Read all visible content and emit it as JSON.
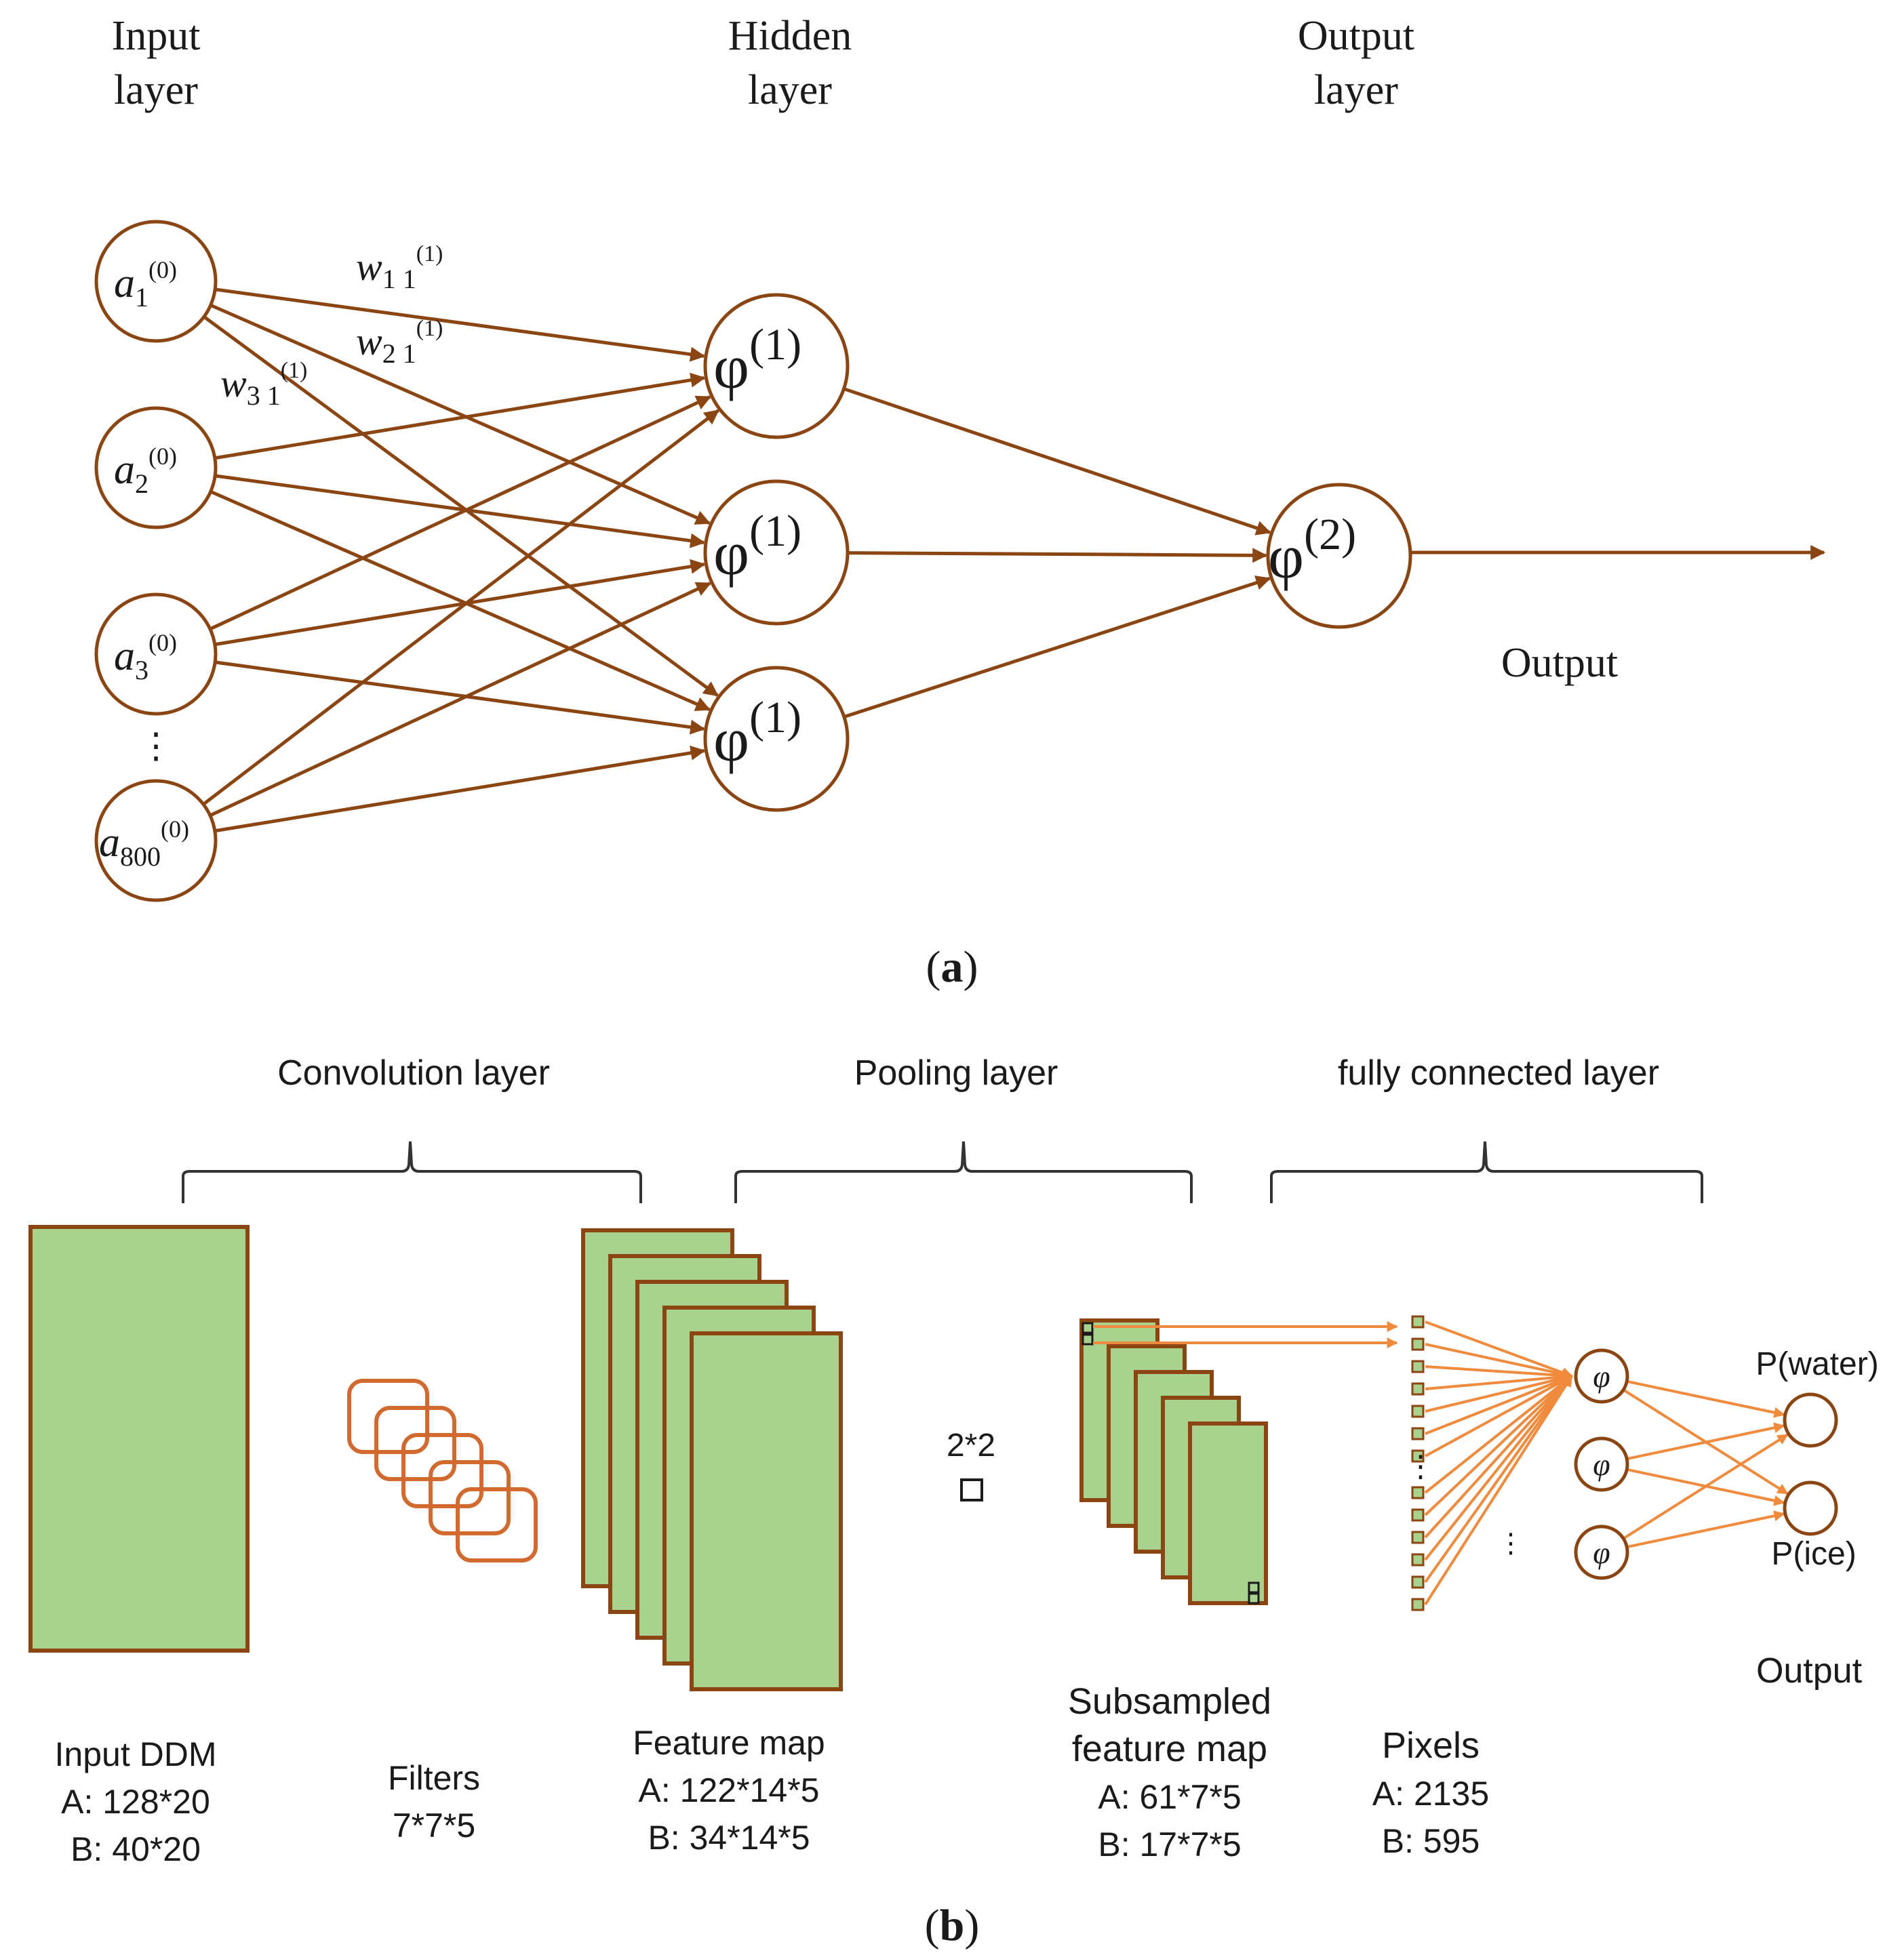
{
  "panel_a": {
    "headers": {
      "input": [
        "Input",
        "layer"
      ],
      "hidden": [
        "Hidden",
        "layer"
      ],
      "output": [
        "Output",
        "layer"
      ]
    },
    "input_nodes": [
      {
        "base": "a",
        "sub": "1",
        "sup": "(0)"
      },
      {
        "base": "a",
        "sub": "2",
        "sup": "(0)"
      },
      {
        "base": "a",
        "sub": "3",
        "sup": "(0)"
      },
      {
        "base": "a",
        "sub": "800",
        "sup": "(0)"
      }
    ],
    "ellipsis": "⋮",
    "hidden_nodes": [
      {
        "base": "φ",
        "sup": "(1)"
      },
      {
        "base": "φ",
        "sup": "(1)"
      },
      {
        "base": "φ",
        "sup": "(1)"
      }
    ],
    "output_node": {
      "base": "φ",
      "sup": "(2)"
    },
    "weights": [
      {
        "base": "w",
        "sub": "1 1",
        "sup": "(1)"
      },
      {
        "base": "w",
        "sub": "2 1",
        "sup": "(1)"
      },
      {
        "base": "w",
        "sub": "3 1",
        "sup": "(1)"
      }
    ],
    "output_label": "Output",
    "caption_open": "(",
    "caption_letter": "a",
    "caption_close": ")"
  },
  "panel_b": {
    "sections": [
      "Convolution layer",
      "Pooling layer",
      "fully connected layer"
    ],
    "input_ddm": [
      "Input DDM",
      "A: 128*20",
      "B: 40*20"
    ],
    "filters": [
      "Filters",
      "7*7*5"
    ],
    "feature_map": [
      "Feature map",
      "A: 122*14*5",
      "B: 34*14*5"
    ],
    "pool_size": "2*2",
    "subsampled": [
      "Subsampled",
      "feature map",
      "A: 61*7*5",
      "B: 17*7*5"
    ],
    "pixels": [
      "Pixels",
      "A: 2135",
      "B: 595"
    ],
    "neuron_symbol": "φ",
    "vdots": "⋮",
    "outputs": [
      "P(water)",
      "P(ice)"
    ],
    "output_label": "Output",
    "caption_open": "(",
    "caption_letter": "b",
    "caption_close": ")"
  },
  "colors": {
    "brown": "#8B4513",
    "orange": "#F08A3C",
    "filter": "#D2692E",
    "green": "#A8D18D",
    "text": "#1a1a1a"
  }
}
